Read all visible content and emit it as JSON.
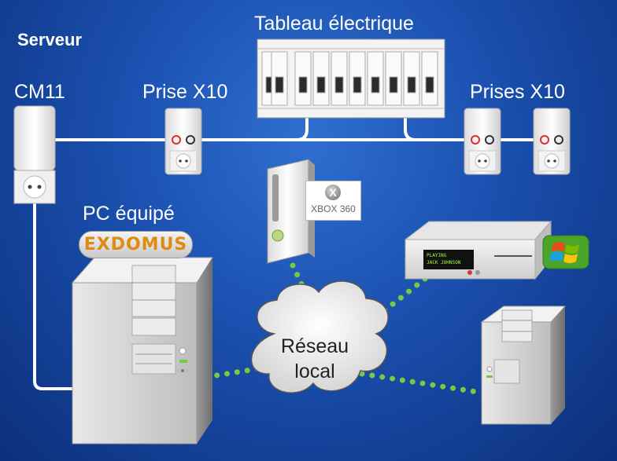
{
  "title": "Serveur",
  "labels": {
    "cm11": "CM11",
    "prise_x10": "Prise X10",
    "tableau": "Tableau électrique",
    "prises_x10": "Prises X10",
    "pc_equipe": "PC  équipé",
    "exdomus": "EXDOMUS",
    "xbox": "XBOX 360",
    "xbox_logo": "X",
    "cloud_line1": "Réseau",
    "cloud_line2": "local",
    "vfd_line1": "PLAYING",
    "vfd_line2": "JACK JOHNSON"
  },
  "colors": {
    "background": "#1a4fae",
    "wire": "#ffffff",
    "network_dots": "#7ac943",
    "accent_orange": "#e08a12"
  },
  "icons": [
    "cm11-module",
    "x10-outlet",
    "breaker-panel",
    "xbox-console",
    "media-center-box",
    "windows-flag-icon",
    "pc-tower",
    "network-cloud"
  ]
}
